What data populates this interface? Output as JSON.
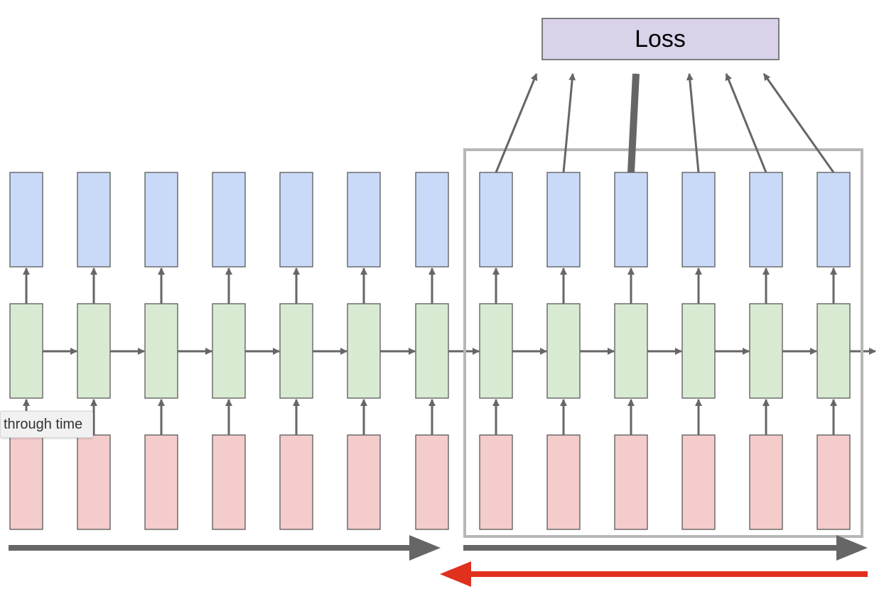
{
  "diagram": {
    "loss_label": "Loss",
    "tooltip_text": "through time",
    "timesteps": 13,
    "window_start": 7,
    "colors": {
      "loss_fill": "#d9d2e9",
      "output_fill": "#c9daf8",
      "hidden_fill": "#d9ead3",
      "input_fill": "#f4cccc",
      "cell_stroke": "#595959",
      "arrow": "#666666",
      "window_stroke": "#b7b7b7",
      "backward_arrow": "#e0301e"
    }
  }
}
